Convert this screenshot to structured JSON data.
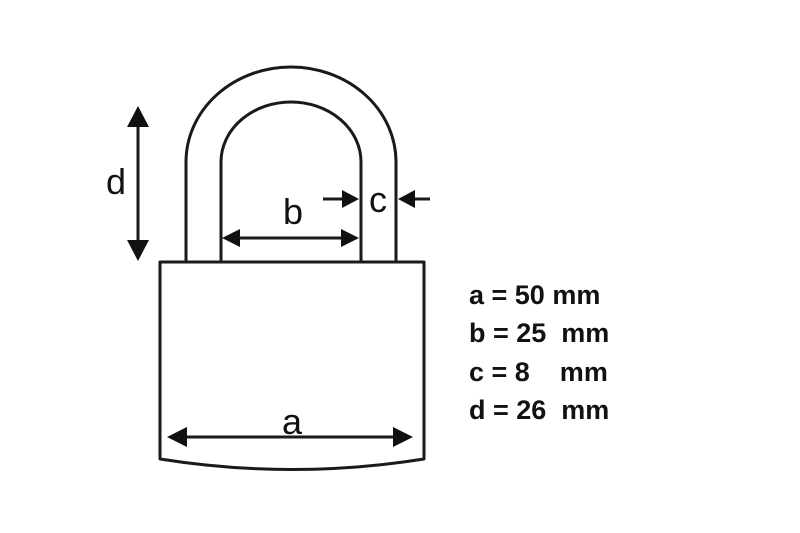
{
  "colors": {
    "line": "#1a1a1a",
    "text": "#111111",
    "background": "#ffffff"
  },
  "labels": {
    "a": "a",
    "b": "b",
    "c": "c",
    "d": "d"
  },
  "specs": [
    "a = 50 mm",
    "b = 25  mm",
    "c = 8    mm",
    "d = 26  mm"
  ]
}
